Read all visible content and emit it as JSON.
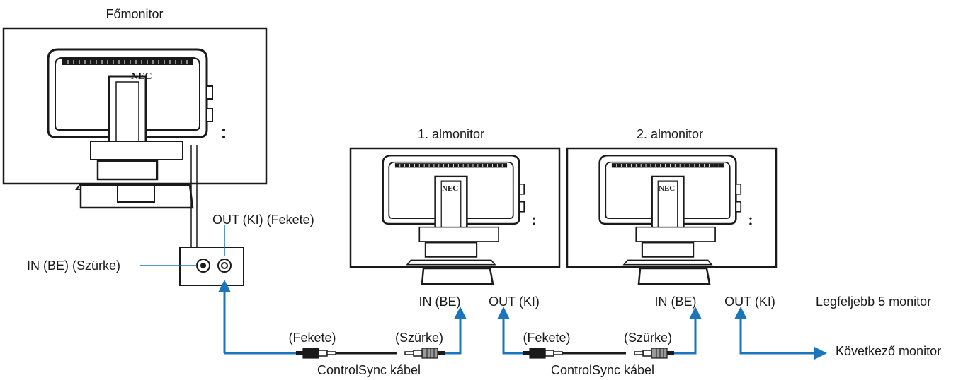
{
  "labels": {
    "main_monitor": "Főmonitor",
    "sub_monitor_1": "1. almonitor",
    "sub_monitor_2": "2. almonitor",
    "main_out": "OUT (KI) (Fekete)",
    "main_in": "IN (BE) (Szürke)",
    "sub1_in": "IN (BE)",
    "sub1_out": "OUT (KI)",
    "sub2_in": "IN (BE)",
    "sub2_out": "OUT (KI)",
    "max_monitors": "Legfeljebb 5 monitor",
    "cable1_black": "(Fekete)",
    "cable1_gray": "(Szürke)",
    "cable2_black": "(Fekete)",
    "cable2_gray": "(Szürke)",
    "cable1_name": "ControlSync kábel",
    "cable2_name": "ControlSync kábel",
    "next_monitor": "Következő monitor",
    "brand_logo": "NEC"
  },
  "colors": {
    "line": "#1a1a1a",
    "arrow": "#1a75bb"
  }
}
